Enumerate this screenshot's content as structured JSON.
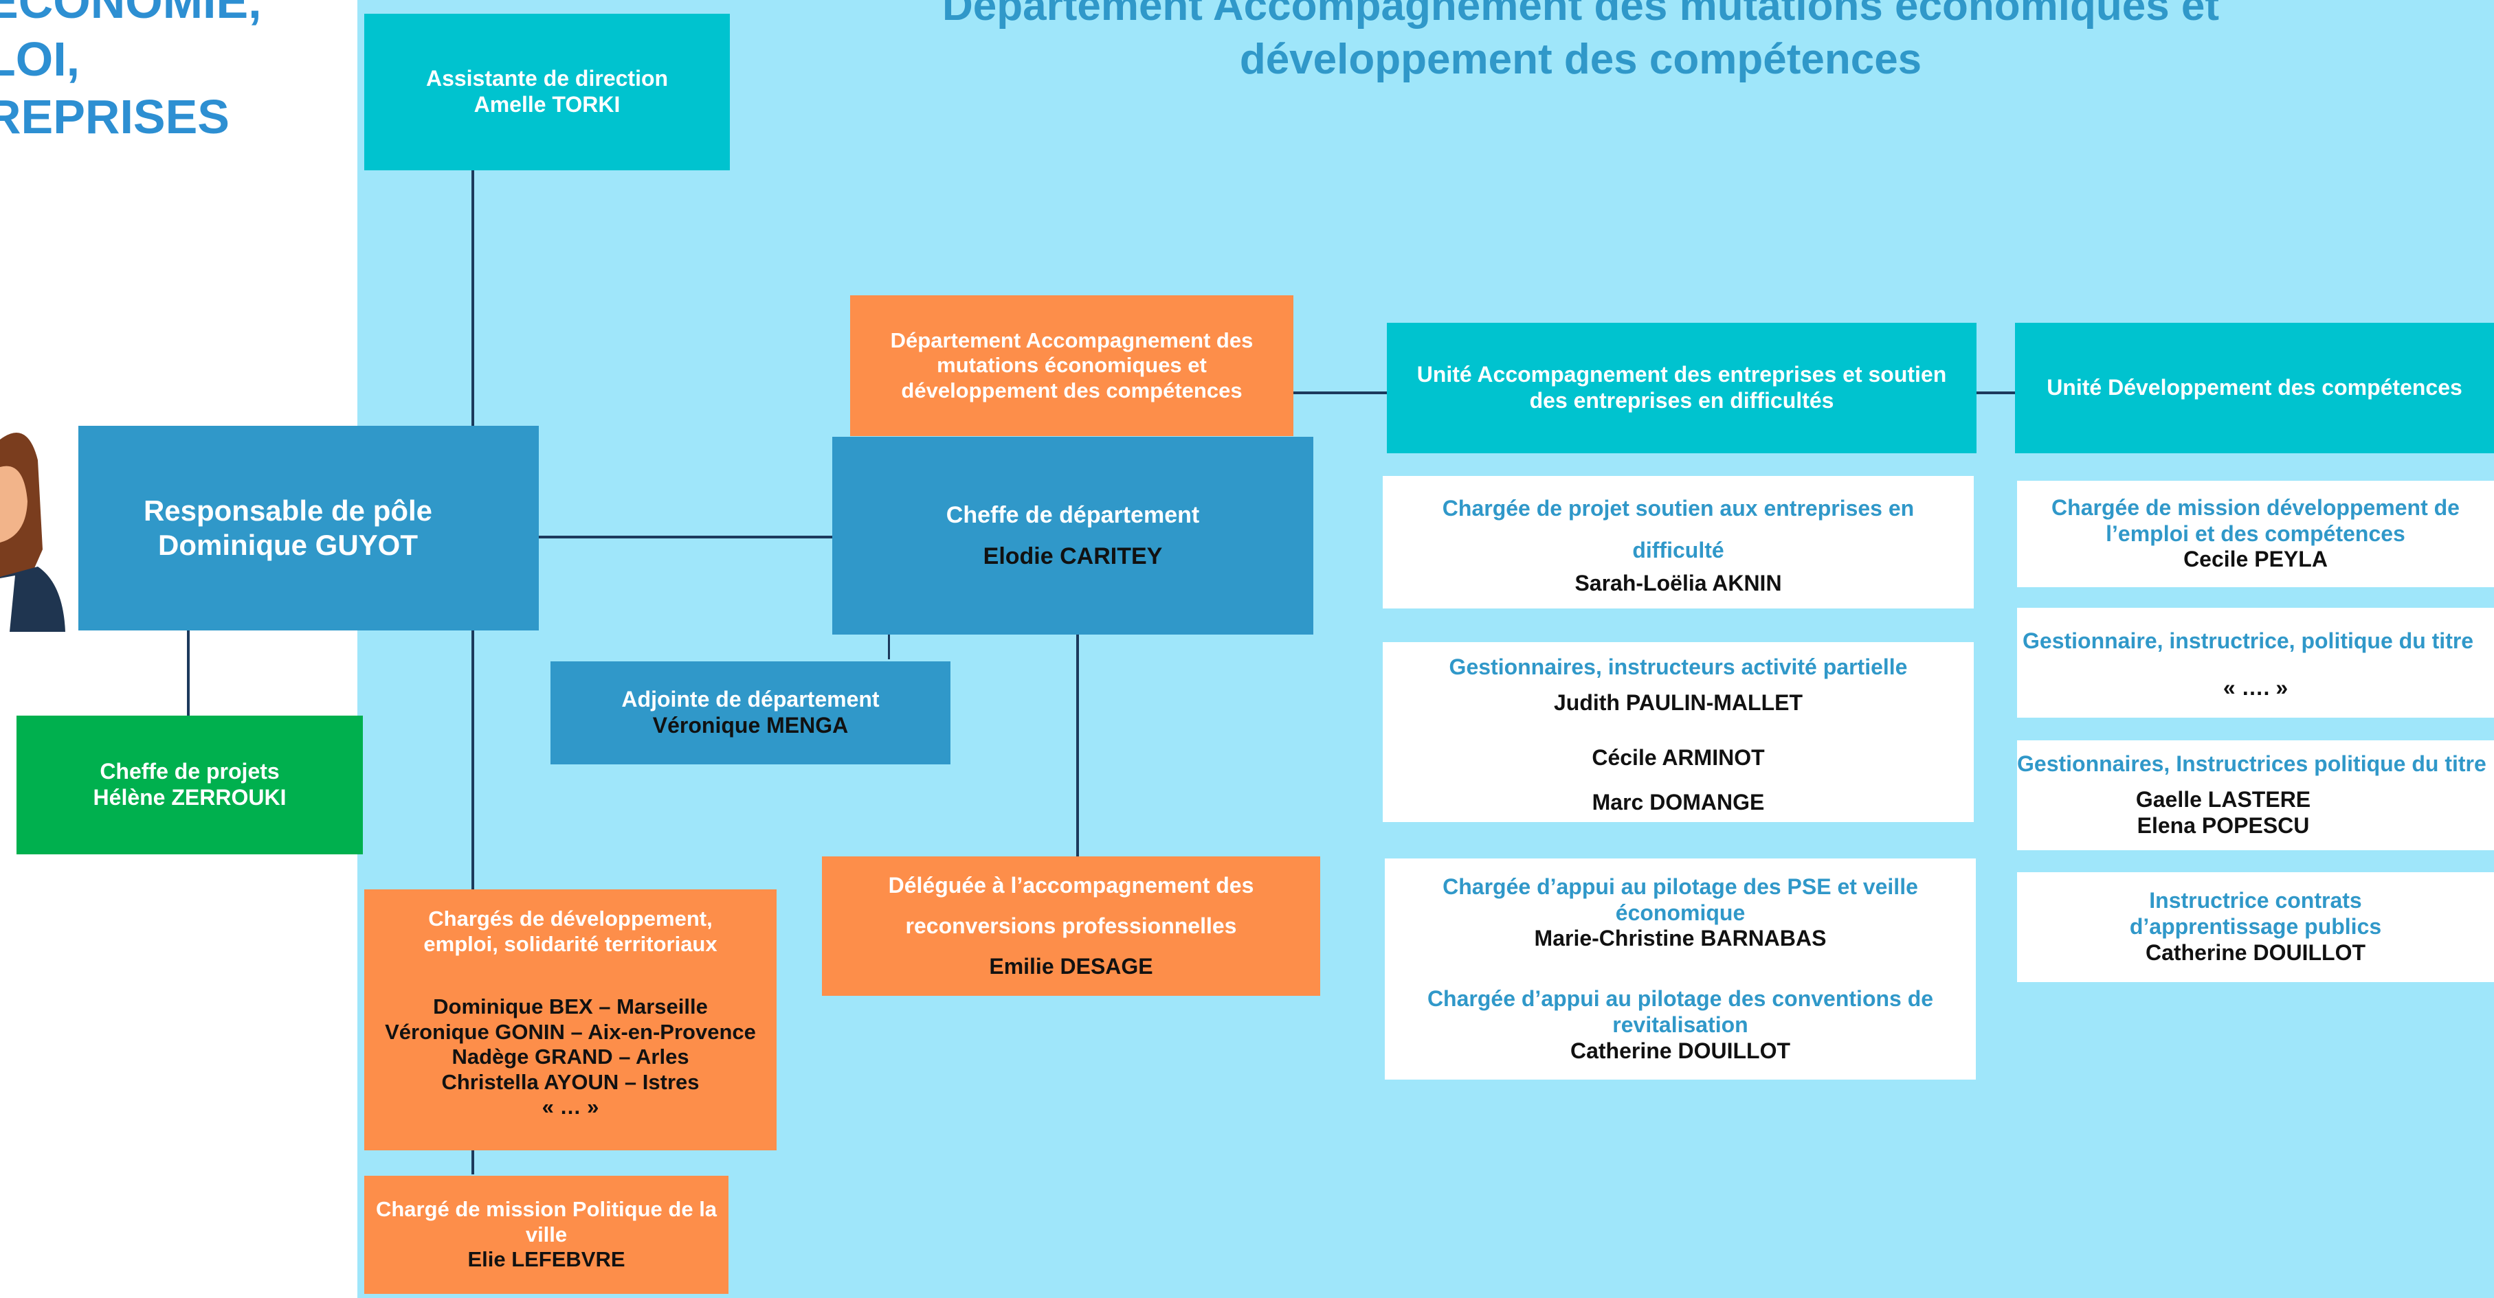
{
  "pole_title": {
    "line1": "ÉCONOMIE,",
    "line2": "LOI,",
    "line3": "REPRISES"
  },
  "department_title": {
    "line1": "Département Accompagnement des mutations économiques et",
    "line2": "développement des compétences"
  },
  "assistant": {
    "role": "Assistante de direction",
    "name": "Amelle TORKI"
  },
  "pole_head": {
    "role": "Responsable de pôle",
    "name": "Dominique GUYOT"
  },
  "project_lead": {
    "role": "Cheffe de projets",
    "name": "Hélène ZERROUKI"
  },
  "department_box": {
    "label": "Département Accompagnement des mutations économiques et développement des compétences"
  },
  "department_head": {
    "role": "Cheffe de département",
    "name": "Elodie CARITEY"
  },
  "deputy": {
    "role": "Adjointe de département",
    "name": "Véronique MENGA"
  },
  "dev_officers": {
    "role": "Chargés de développement, emploi, solidarité territoriaux",
    "names": [
      "Dominique BEX – Marseille",
      "Véronique GONIN – Aix-en-Provence",
      "Nadège GRAND – Arles",
      "Christella AYOUN – Istres",
      "« … »"
    ]
  },
  "city_policy": {
    "role": "Chargé de mission Politique de la ville",
    "name": "Elie LEFEBVRE"
  },
  "reconversion": {
    "role": "Déléguée à l’accompagnement des reconversions professionnelles",
    "name": "Emilie DESAGE"
  },
  "unit_business": {
    "label": "Unité Accompagnement des entreprises et soutien des entreprises en difficultés",
    "cards": [
      {
        "role": "Chargée de projet soutien aux entreprises en difficulté",
        "names": [
          "Sarah-Loëlia AKNIN"
        ]
      },
      {
        "role": "Gestionnaires, instructeurs activité partielle",
        "names": [
          "Judith PAULIN-MALLET",
          "Cécile ARMINOT",
          "Marc DOMANGE"
        ]
      },
      {
        "role": "Chargée d’appui au pilotage des PSE et veille économique",
        "names": [
          "Marie-Christine BARNABAS"
        ],
        "role2": "Chargée d’appui au pilotage des conventions de revitalisation",
        "names2": [
          "Catherine DOUILLOT"
        ]
      }
    ]
  },
  "unit_skills": {
    "label": "Unité Développement des compétences",
    "cards": [
      {
        "role": "Chargée de mission développement de l’emploi et des compétences",
        "names": [
          "Cecile PEYLA"
        ]
      },
      {
        "role": "Gestionnaire, instructrice, politique du titre",
        "names": [
          "« …. »"
        ]
      },
      {
        "role": "Gestionnaires, Instructrices politique du titre",
        "names": [
          "Gaelle LASTERE",
          "Elena POPESCU"
        ]
      },
      {
        "role": "Instructrice contrats d’apprentissage publics",
        "names": [
          "Catherine DOUILLOT"
        ]
      }
    ]
  },
  "colors": {
    "teal": "#00c3cf",
    "blue": "#3098c9",
    "orange": "#fd8e4a",
    "green": "#00b04e",
    "background": "#9fe6fa",
    "title": "#2d8fd2"
  }
}
